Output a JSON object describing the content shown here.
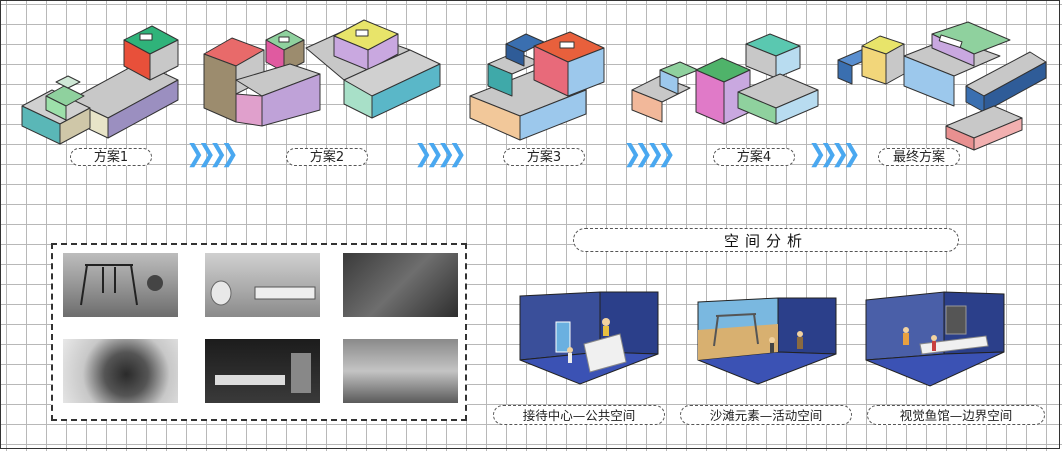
{
  "schemes": {
    "s1": "方案1",
    "s2": "方案2",
    "s3": "方案3",
    "s4": "方案4",
    "final": "最终方案"
  },
  "section_title": "空间分析",
  "rooms": {
    "r1": "接待中心—公共空间",
    "r2": "沙滩元素—活动空间",
    "r3": "视觉鱼馆—边界空间"
  },
  "colors": {
    "arrow": "#4aa8f0",
    "room_wall": "#2b3f8a",
    "room_floor": "#3b52b4"
  }
}
